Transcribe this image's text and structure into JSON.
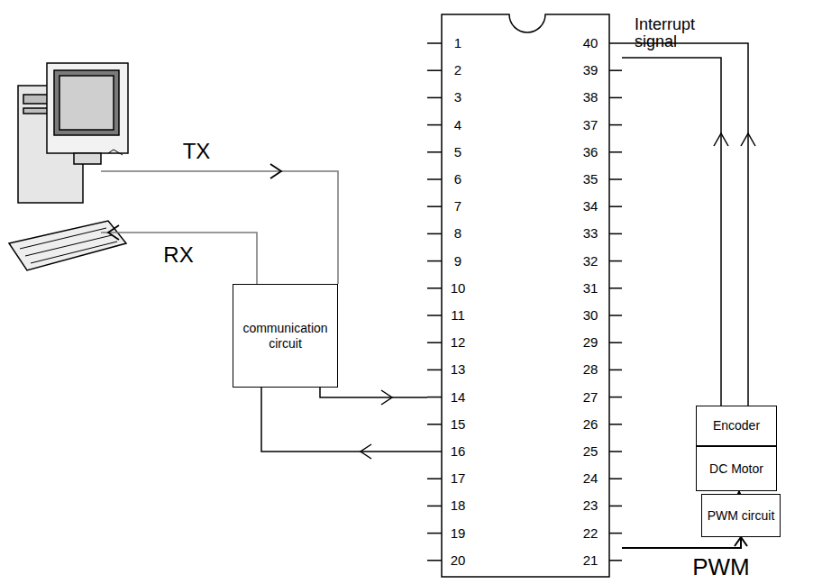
{
  "diagram": {
    "nodes": [
      {
        "text": [
          "communication circuit"
        ]
      },
      {
        "text": [
          "Encoder"
        ]
      },
      {
        "text": [
          "DC Motor"
        ]
      },
      {
        "text": [
          "PWM circuit"
        ]
      }
    ],
    "edges": [
      {
        "from": 3,
        "to": 2,
        "arrow": "to"
      }
    ],
    "labels": [
      "TX",
      "RX",
      "Interrupt signal",
      "PWM",
      "1",
      "2",
      "3",
      "4",
      "5",
      "6",
      "7",
      "8",
      "9",
      "10",
      "11",
      "12",
      "13",
      "14",
      "15",
      "16",
      "17",
      "18",
      "19",
      "20",
      "40",
      "39",
      "38",
      "37",
      "36",
      "35",
      "34",
      "33",
      "32",
      "31",
      "30",
      "29",
      "28",
      "27",
      "26",
      "25",
      "24",
      "23",
      "22",
      "21"
    ]
  }
}
